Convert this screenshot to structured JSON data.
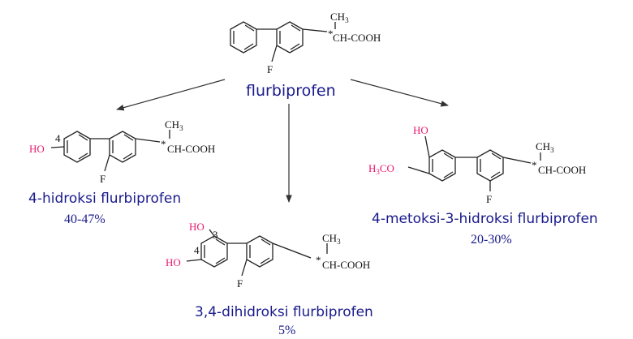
{
  "parent": {
    "name": "flurbiprofen",
    "substituent": "F",
    "side_chain": "CH-COOH",
    "methyl": "CH",
    "methyl_sub": "3",
    "chiral_mark": "*"
  },
  "metabolites": [
    {
      "name": "4-hidroksi flurbiprofen",
      "yield": "40-47%",
      "groups": [
        "HO"
      ],
      "positions": [
        "4"
      ]
    },
    {
      "name": "3,4-dihidroksi flurbiprofen",
      "yield": "5%",
      "groups": [
        "HO",
        "HO"
      ],
      "positions": [
        "3",
        "4"
      ]
    },
    {
      "name": "4-metoksi-3-hidroksi flurbiprofen",
      "yield": "20-30%",
      "groups": [
        "HO",
        "H",
        "3",
        "CO"
      ]
    }
  ],
  "colors": {
    "label_blue": "#1a1a8c",
    "group_red": "#e8186d",
    "bond_black": "#222222"
  }
}
